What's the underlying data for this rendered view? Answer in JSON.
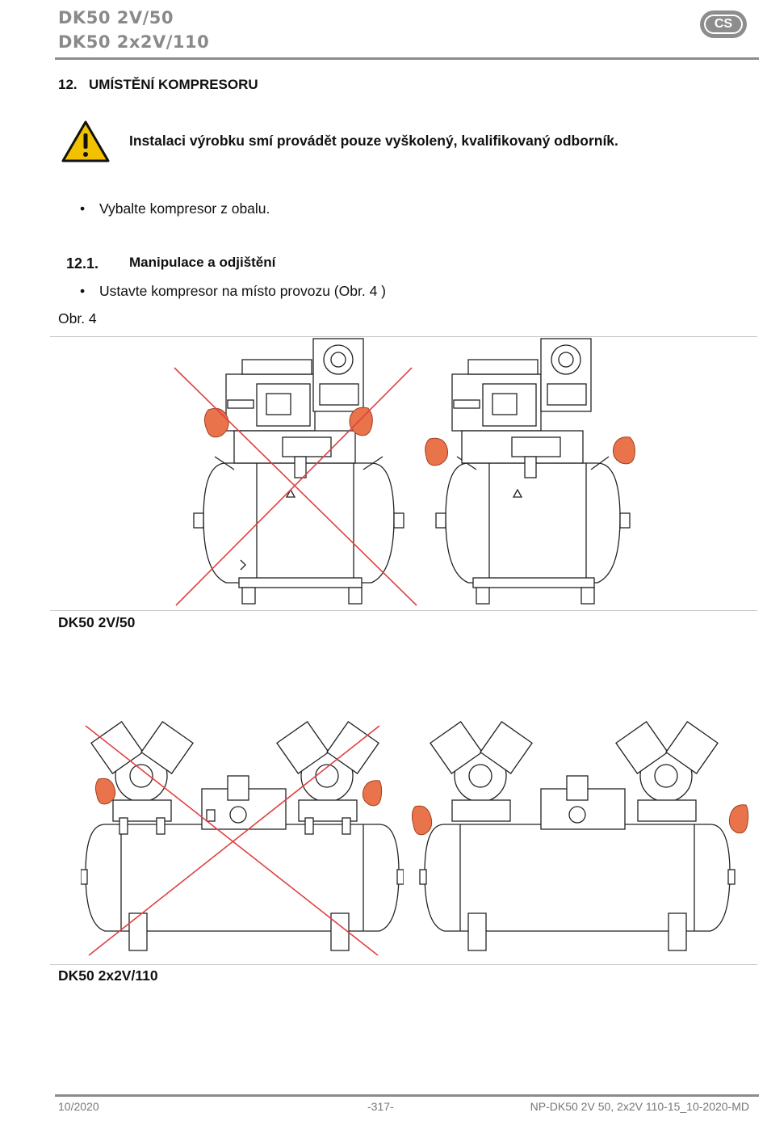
{
  "header": {
    "model_line1": "DK50 2V/50",
    "model_line2": "DK50 2x2V/110",
    "language_badge": "CS"
  },
  "section": {
    "number": "12.",
    "title": "UMÍSTĚNÍ KOMPRESORU",
    "warning_icon": "warning-triangle-icon",
    "warning_text": "Instalaci výrobku smí provádět pouze vyškolený, kvalifikovaný odborník.",
    "bullet1": "Vybalte kompresor z obalu."
  },
  "subsection": {
    "number": "12.1.",
    "title": "Manipulace a odjištění",
    "bullet1": "Ustavte kompresor na místo provozu (Obr. 4 )",
    "figure_ref": "Obr. 4"
  },
  "figures": {
    "caption1": "DK50 2V/50",
    "caption2": "DK50 2x2V/110",
    "wrong_mark_color": "#e04040",
    "hand_color": "#e9734b"
  },
  "footer": {
    "date": "10/2020",
    "page": "-317-",
    "doc_id": "NP-DK50 2V 50, 2x2V 110-15_10-2020-MD"
  }
}
